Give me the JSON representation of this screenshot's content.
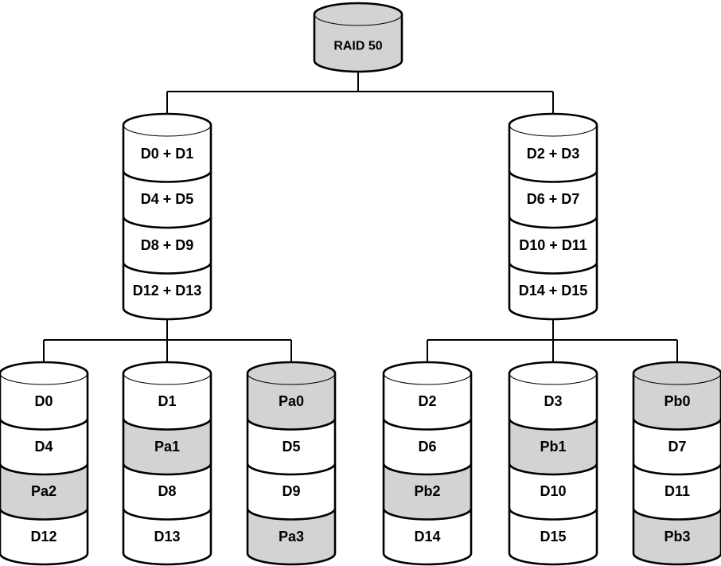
{
  "colors": {
    "shaded": "#d3d3d3",
    "unshaded": "#ffffff",
    "outline": "#000000",
    "background": "#ffffff"
  },
  "root": {
    "label": "RAID 50",
    "shaded": true
  },
  "spans": [
    {
      "name": "span-a",
      "segments": [
        {
          "label": "D0 + D1",
          "shaded": false
        },
        {
          "label": "D4 + D5",
          "shaded": false
        },
        {
          "label": "D8 + D9",
          "shaded": false
        },
        {
          "label": "D12 + D13",
          "shaded": false
        }
      ]
    },
    {
      "name": "span-b",
      "segments": [
        {
          "label": "D2 + D3",
          "shaded": false
        },
        {
          "label": "D6 + D7",
          "shaded": false
        },
        {
          "label": "D10 + D11",
          "shaded": false
        },
        {
          "label": "D14 + D15",
          "shaded": false
        }
      ]
    }
  ],
  "members": [
    {
      "name": "disk-a1",
      "segments": [
        {
          "label": "D0",
          "shaded": false
        },
        {
          "label": "D4",
          "shaded": false
        },
        {
          "label": "Pa2",
          "shaded": true
        },
        {
          "label": "D12",
          "shaded": false
        }
      ]
    },
    {
      "name": "disk-a2",
      "segments": [
        {
          "label": "D1",
          "shaded": false
        },
        {
          "label": "Pa1",
          "shaded": true
        },
        {
          "label": "D8",
          "shaded": false
        },
        {
          "label": "D13",
          "shaded": false
        }
      ]
    },
    {
      "name": "disk-a3",
      "segments": [
        {
          "label": "Pa0",
          "shaded": true
        },
        {
          "label": "D5",
          "shaded": false
        },
        {
          "label": "D9",
          "shaded": false
        },
        {
          "label": "Pa3",
          "shaded": true
        }
      ]
    },
    {
      "name": "disk-b1",
      "segments": [
        {
          "label": "D2",
          "shaded": false
        },
        {
          "label": "D6",
          "shaded": false
        },
        {
          "label": "Pb2",
          "shaded": true
        },
        {
          "label": "D14",
          "shaded": false
        }
      ]
    },
    {
      "name": "disk-b2",
      "segments": [
        {
          "label": "D3",
          "shaded": false
        },
        {
          "label": "Pb1",
          "shaded": true
        },
        {
          "label": "D10",
          "shaded": false
        },
        {
          "label": "D15",
          "shaded": false
        }
      ]
    },
    {
      "name": "disk-b3",
      "segments": [
        {
          "label": "Pb0",
          "shaded": true
        },
        {
          "label": "D7",
          "shaded": false
        },
        {
          "label": "D11",
          "shaded": false
        },
        {
          "label": "Pb3",
          "shaded": true
        }
      ]
    }
  ]
}
